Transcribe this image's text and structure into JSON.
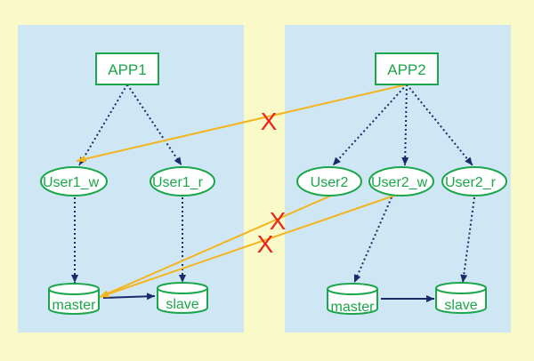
{
  "colors": {
    "background": "#fafac8",
    "panel": "#cfe6f4",
    "node": "#1aa64a",
    "dotted_edge": "#1b2a6b",
    "blocked_edge": "#f4b41c",
    "blocked_mark": "#e8241c",
    "replication": "#1b2a6b"
  },
  "left": {
    "app": "APP1",
    "user_w": "User1_w",
    "user_r": "User1_r",
    "master": "master",
    "slave": "slave"
  },
  "right": {
    "app": "APP2",
    "user_r1": "User2",
    "user_w": "User2_w",
    "user_r2": "User2_r",
    "master": "master",
    "slave": "slave"
  },
  "blocked_mark": "X"
}
